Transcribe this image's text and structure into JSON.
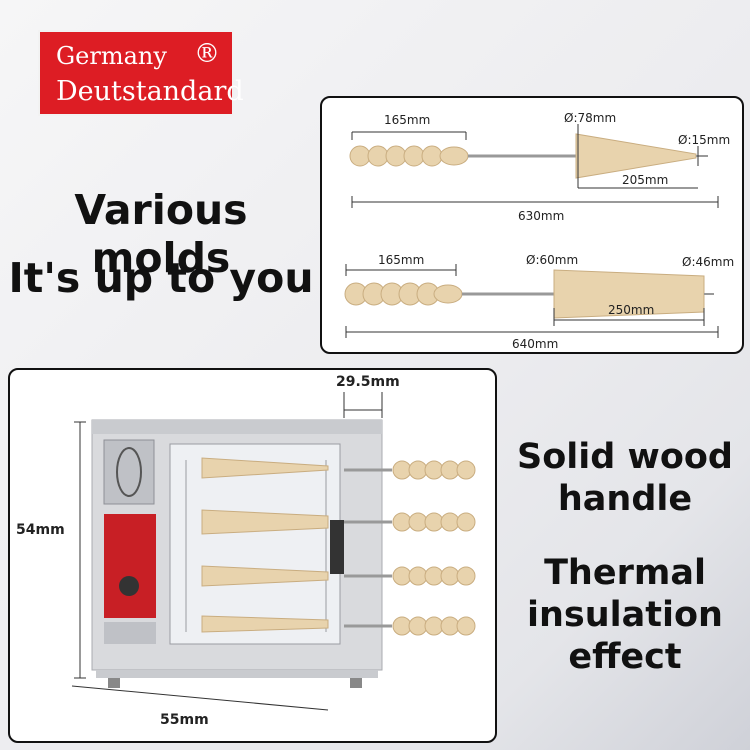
{
  "logo": {
    "line1": "Germany",
    "reg": "®",
    "line2": "Deutstandard"
  },
  "headline": {
    "line1": "Various molds",
    "line2": "It's up to you"
  },
  "mold_top": {
    "handle_length": "165mm",
    "cone_diameter": "Ø:78mm",
    "tip_diameter": "Ø:15mm",
    "cone_length": "205mm",
    "total_length": "630mm"
  },
  "mold_bottom": {
    "handle_length": "165mm",
    "cyl_diameter": "Ø:60mm",
    "end_diameter": "Ø:46mm",
    "cyl_length": "250mm",
    "total_length": "640mm"
  },
  "machine": {
    "depth": "29.5mm",
    "height": "54mm",
    "width": "55mm"
  },
  "features": {
    "f1_line1": "Solid wood",
    "f1_line2": "handle",
    "f2_line1": "Thermal",
    "f2_line2": "insulation",
    "f2_line3": "effect"
  },
  "colors": {
    "brand_red": "#dd1d24",
    "wood": "#e8d3ad"
  }
}
